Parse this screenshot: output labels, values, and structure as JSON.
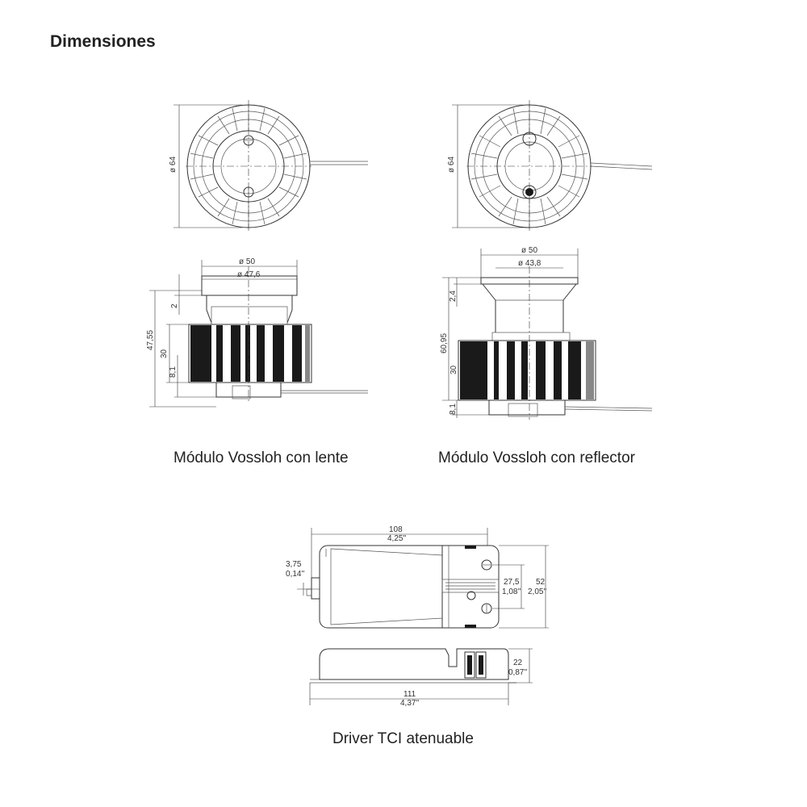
{
  "heading": "Dimensiones",
  "module_lens": {
    "caption": "Módulo Vossloh con lente",
    "top_diameter": "ø 64",
    "outer_diameter": "ø 50",
    "inner_diameter": "ø 47,6",
    "dim_total": "47,55",
    "dim_2": "2",
    "dim_30": "30",
    "dim_8_1": "8,1"
  },
  "module_reflector": {
    "caption": "Módulo Vossloh con reflector",
    "top_diameter": "ø 64",
    "outer_diameter": "ø 50",
    "inner_diameter": "ø 43,8",
    "dim_total": "60,95",
    "dim_2_4": "2,4",
    "dim_30": "30",
    "dim_8_1": "8,1"
  },
  "driver": {
    "caption": "Driver TCI atenuable",
    "length_mm": "108",
    "length_in": "4,25''",
    "tab_mm": "3,75",
    "tab_in": "0,14''",
    "hole_mm": "27,5",
    "hole_in": "1,08''",
    "width_mm": "52",
    "width_in": "2,05''",
    "height_mm": "22",
    "height_in": "0,87''",
    "total_mm": "111",
    "total_in": "4,37''"
  }
}
